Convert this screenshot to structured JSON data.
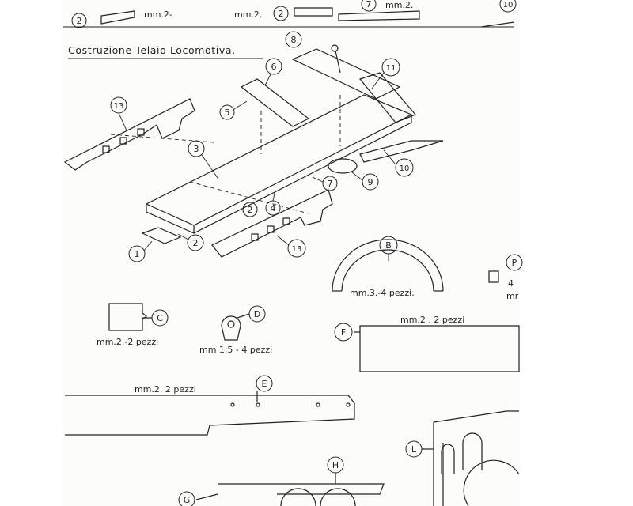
{
  "sheet": {
    "title": "Costruzione Telaio Locomotiva.",
    "top_labels": {
      "t1": "mm.2-",
      "t2": "mm.2.",
      "t3": "mm.2."
    },
    "top_numbers": {
      "n2": "2",
      "n2b": "2",
      "n7": "7",
      "n10": "10"
    },
    "callouts": {
      "c1": "1",
      "c2": "2",
      "c2b": "2",
      "c3": "3",
      "c4": "4",
      "c5": "5",
      "c6": "6",
      "c7": "7",
      "c8": "8",
      "c9": "9",
      "c10": "10",
      "c11": "11",
      "c13a": "13",
      "c13b": "13",
      "cB": "B",
      "cC": "C",
      "cD": "D",
      "cE": "E",
      "cF": "F",
      "cG": "G",
      "cH": "H",
      "cL": "L",
      "cP": "P"
    },
    "part_notes": {
      "B": "mm.3.-4 pezzi.",
      "C": "mm.2.-2 pezzi",
      "D": "mm 1,5 - 4 pezzi",
      "E": "mm.2.  2 pezzi",
      "F": "mm.2  .  2 pezzi",
      "P1": "4",
      "P2": "mr"
    }
  }
}
